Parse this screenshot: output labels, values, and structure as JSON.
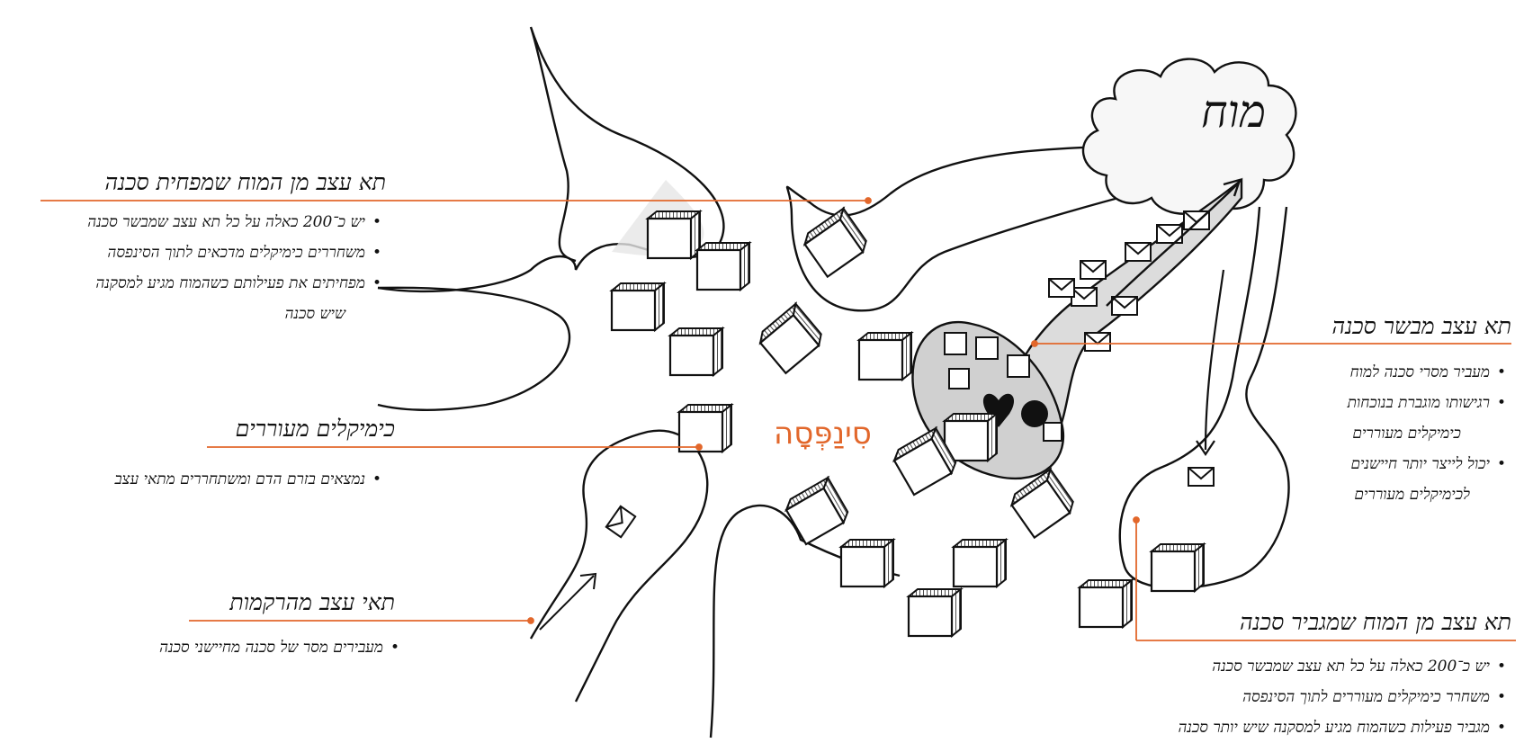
{
  "brain_label": "מוח",
  "synapse_label": "סִינַפְּסָה",
  "accent_color": "#e2672b",
  "callouts": {
    "top_left": {
      "title": "תא עצב מן המוח שמפחית סכנה",
      "bullets": [
        "יש כ־200 כאלה על כל תא עצב שמבשר סכנה",
        "משחררים כימיקלים מדכאים לתוך הסינפסה",
        "מפחיתים את פעילותם כשהמוח מגיע למסקנה"
      ],
      "continuation": "שיש סכנה"
    },
    "chemicals": {
      "title": "כימיקלים מעוררים",
      "bullets": [
        "נמצאים בזרם הדם ומשתחררים מתאי עצב"
      ]
    },
    "tissue": {
      "title": "תאי עצב מהרקמות",
      "bullets": [
        "מעבירים מסר של סכנה מחיישני סכנה"
      ]
    },
    "danger_neuron": {
      "title": "תא עצב מבשר סכנה",
      "bullets": [
        "מעביר מסרי סכנה למוח",
        "רגישותו מוגברת בנוכחות",
        "יכול לייצר יותר חיישנים"
      ],
      "continuations": [
        "כימיקלים מעוררים",
        "לכימיקלים מעוררים"
      ]
    },
    "amplifier": {
      "title": "תא עצב מן המוח שמגביר סכנה",
      "bullets": [
        "יש כ־200 כאלה על כל תא עצב שמבשר סכנה",
        "משחרר כימיקלים מעוררים לתוך הסינפסה",
        "מגביר פעילות כשהמוח מגיע למסקנה שיש יותר סכנה"
      ]
    }
  }
}
